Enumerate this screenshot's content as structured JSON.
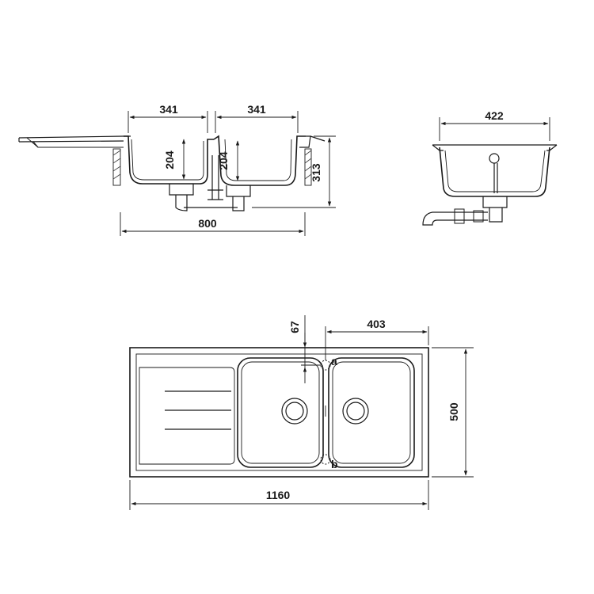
{
  "side_view": {
    "width_left_bowl": "341",
    "width_right_bowl": "341",
    "depth_left_bowl": "204",
    "depth_right_bowl": "204",
    "total_depth": "313",
    "cabinet_width": "800"
  },
  "end_view": {
    "width": "422"
  },
  "top_view": {
    "offset": "67",
    "bowl_width": "403",
    "depth": "500",
    "length": "1160",
    "label_a": "a",
    "label_b": "b"
  }
}
